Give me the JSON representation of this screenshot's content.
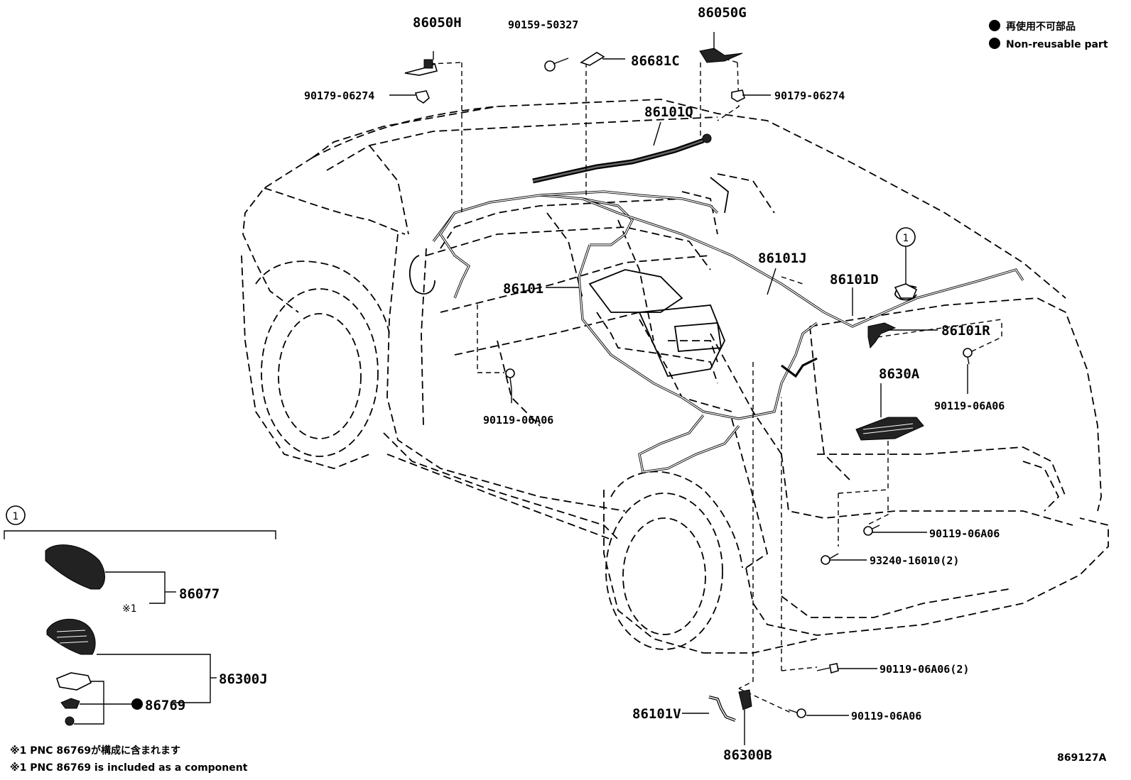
{
  "legend": {
    "ja": "再使用不可部品",
    "en": "Non-reusable part"
  },
  "diagram_id": "869127A",
  "callout_marker": "1",
  "inset": {
    "marker": "1",
    "note_ja": "※1 PNC 86769が構成に含まれます",
    "note_en": "※1 PNC 86769 is included as a component",
    "note_ref": "※1"
  },
  "labels": {
    "p86050H": "86050H",
    "p90159": "90159-50327",
    "p86050G": "86050G",
    "p86681C": "86681C",
    "p90179_left": "90179-06274",
    "p90179_right": "90179-06274",
    "p86101Q": "86101Q",
    "p86101J": "86101J",
    "p86101D": "86101D",
    "p86101": "86101",
    "p86101R": "86101R",
    "p8630A": "8630A",
    "p90119_a": "90119-06A06",
    "p90119_b": "90119-06A06",
    "p90119_c": "90119-06A06",
    "p93240": "93240-16010(2)",
    "p90119_d": "90119-06A06(2)",
    "p90119_e": "90119-06A06",
    "p86101V": "86101V",
    "p86300B": "86300B",
    "p86077": "86077",
    "p86300J": "86300J",
    "p86769": "86769"
  }
}
